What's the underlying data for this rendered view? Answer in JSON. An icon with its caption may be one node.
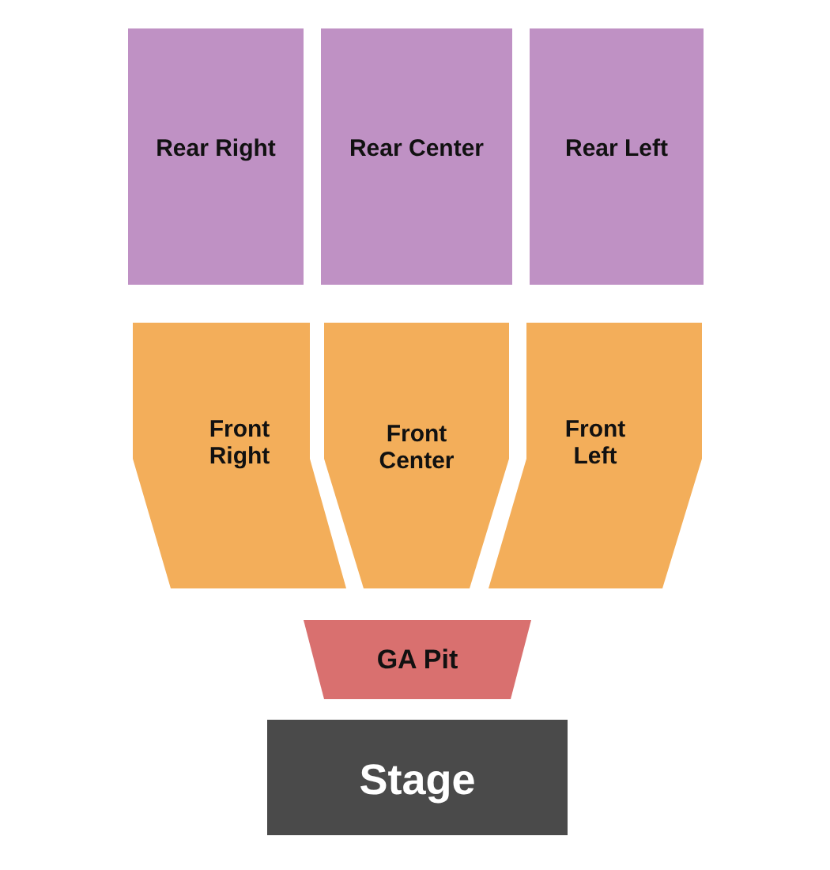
{
  "diagram": {
    "nodes": [
      {
        "text": [
          "Rear Right"
        ]
      },
      {
        "text": [
          "Rear Center"
        ]
      },
      {
        "text": [
          "Rear Left"
        ]
      },
      {
        "text": [
          "Front Right"
        ]
      },
      {
        "text": [
          "Front Center"
        ]
      },
      {
        "text": [
          "Front Left"
        ]
      },
      {
        "text": [
          "GA Pit"
        ]
      },
      {
        "text": [
          "Stage"
        ]
      }
    ]
  }
}
